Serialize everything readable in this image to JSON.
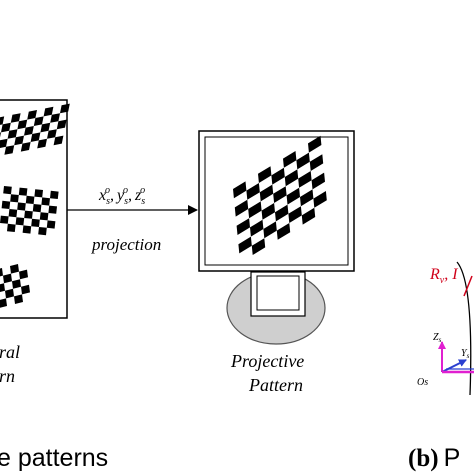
{
  "left_panel": {
    "label_line1": "ral",
    "label_line2": "rn"
  },
  "arrow": {
    "coords_label": "x_s^o, y_s^o, z_s^o",
    "coords": [
      {
        "base": "x",
        "sub": "s",
        "sup": "o"
      },
      {
        "base": "y",
        "sub": "s",
        "sup": "o"
      },
      {
        "base": "z",
        "sub": "s",
        "sup": "o"
      }
    ],
    "separator": ",",
    "action_label": "projection"
  },
  "monitor": {
    "label_line1": "Projective",
    "label_line2": "Pattern"
  },
  "captions": {
    "left": "e patterns",
    "right_bold": "(b)",
    "right_rest": "P"
  },
  "right_panel": {
    "label_rv": "R",
    "label_rv_sub": "v",
    "label_comma": ",",
    "label_partial": "I",
    "label_zs": "Z",
    "label_zs_sub": "s",
    "label_ys": "Y",
    "label_ys_sub": "s",
    "label_os": "Os",
    "accent_red": "#d0021b",
    "accent_magenta": "#e020d0",
    "accent_blue": "#2a3fd0"
  },
  "colors": {
    "ink": "#000000",
    "stand_fill": "#cfcfcf",
    "stand_stroke": "#555555"
  }
}
